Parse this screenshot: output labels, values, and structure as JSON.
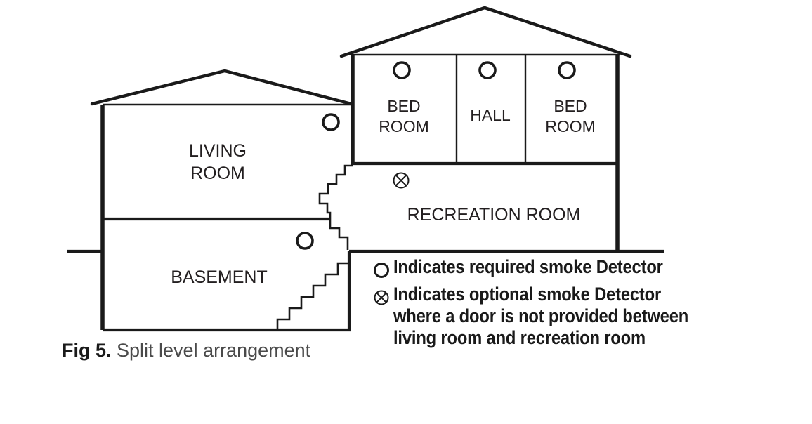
{
  "figure": {
    "number_label": "Fig 5.",
    "caption": " Split level arrangement",
    "type": "architectural-section-diagram"
  },
  "colors": {
    "ink": "#1a1a1a",
    "label_ink": "#231f20",
    "caption_ink": "#4a4a4a",
    "background": "#ffffff"
  },
  "rooms": [
    {
      "id": "living-room",
      "label": "LIVING\nROOM",
      "line1": "LIVING",
      "line2": "ROOM",
      "level": "upper-left"
    },
    {
      "id": "bedroom-left",
      "label": "BED\nROOM",
      "line1": "BED",
      "line2": "ROOM",
      "level": "upper-right"
    },
    {
      "id": "hall",
      "label": "HALL",
      "line1": "HALL",
      "line2": "",
      "level": "upper-right"
    },
    {
      "id": "bedroom-right",
      "label": "BED\nROOM",
      "line1": "BED",
      "line2": "ROOM",
      "level": "upper-right"
    },
    {
      "id": "recreation-room",
      "label": "RECREATION ROOM",
      "line1": "RECREATION ROOM",
      "line2": "",
      "level": "mid"
    },
    {
      "id": "basement",
      "label": "BASEMENT",
      "line1": "BASEMENT",
      "line2": "",
      "level": "lower"
    }
  ],
  "detectors": [
    {
      "id": "detector-living-room",
      "type": "required",
      "room": "living-room",
      "symbol": "circle"
    },
    {
      "id": "detector-bedroom-left",
      "type": "required",
      "room": "bedroom-left",
      "symbol": "circle"
    },
    {
      "id": "detector-hall",
      "type": "required",
      "room": "hall",
      "symbol": "circle"
    },
    {
      "id": "detector-bedroom-right",
      "type": "required",
      "room": "bedroom-right",
      "symbol": "circle"
    },
    {
      "id": "detector-basement",
      "type": "required",
      "room": "basement",
      "symbol": "circle"
    },
    {
      "id": "detector-recreation-room",
      "type": "optional",
      "room": "recreation-room",
      "symbol": "circle-x"
    }
  ],
  "legend": {
    "items": [
      {
        "symbol": "circle",
        "symbol_name": "required-detector-icon",
        "text": "Indicates required smoke Detector"
      },
      {
        "symbol": "circle-x",
        "symbol_name": "optional-detector-icon",
        "text": "Indicates optional smoke Detector\nwhere a door is not provided between\nliving room and recreation room"
      }
    ]
  }
}
